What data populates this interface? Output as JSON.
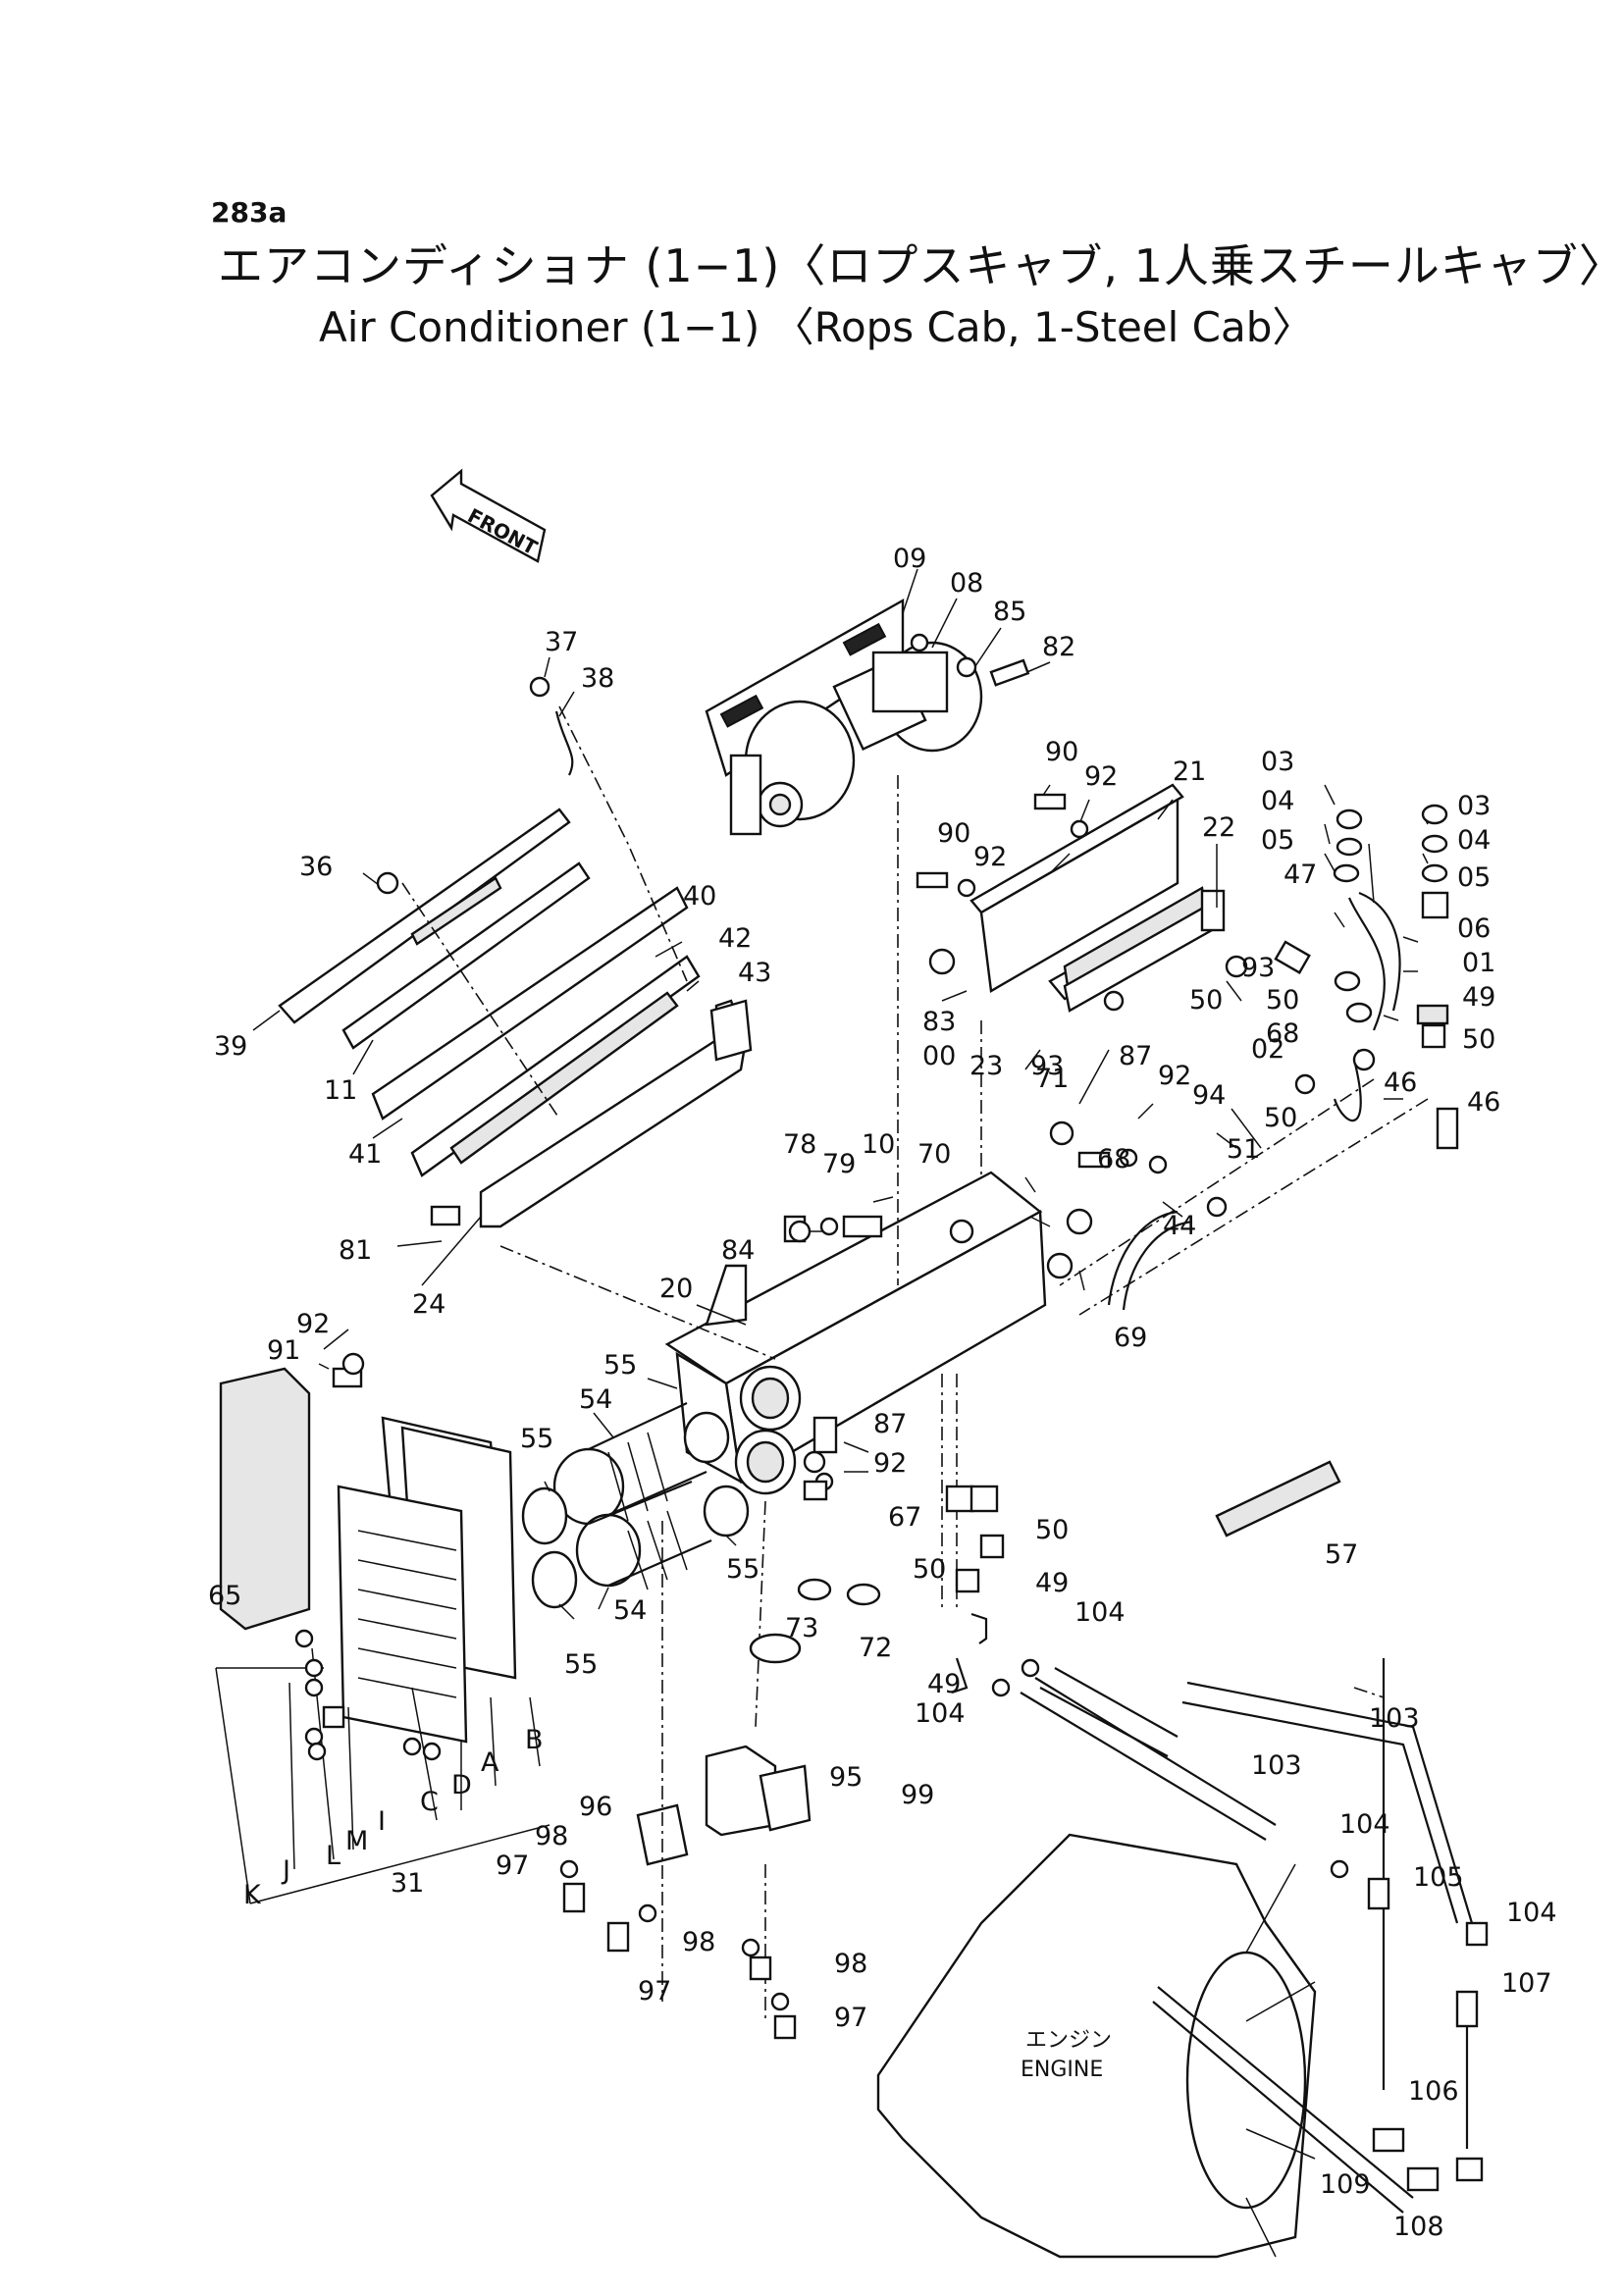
{
  "header": {
    "page_code": "283a",
    "title_jp": "エアコンディショナ (1−1)〈ロプスキャブ, 1人乗スチールキャブ〉",
    "title_en": "Air Conditioner (1−1) 〈Rops Cab, 1-Steel Cab〉"
  },
  "front_arrow": {
    "label": "FRONT"
  },
  "engine": {
    "label_jp": "エンジン",
    "label_en": "ENGINE"
  },
  "callouts": {
    "c09": "09",
    "c08": "08",
    "c85": "85",
    "c82": "82",
    "c37": "37",
    "c38": "38",
    "c36": "36",
    "c39": "39",
    "c11": "11",
    "c40": "40",
    "c42": "42",
    "c43": "43",
    "c41": "41",
    "c90a": "90",
    "c92a": "92",
    "c21": "21",
    "c90b": "90",
    "c92b": "92",
    "c03a": "03",
    "c04a": "04",
    "c05a": "05",
    "c22": "22",
    "c47": "47",
    "c03b": "03",
    "c04b": "04",
    "c05b": "05",
    "c06": "06",
    "c01": "01",
    "c49a": "49",
    "c50a": "50",
    "c50b": "50",
    "c50c": "50",
    "c68a": "68",
    "c93a": "93",
    "c93b": "93",
    "c83": "83",
    "c00": "00",
    "c23": "23",
    "c87a": "87",
    "c92c": "92",
    "c94": "94",
    "c02": "02",
    "c46a": "46",
    "c46b": "46",
    "c50d": "50",
    "c51": "51",
    "c71": "71",
    "c68b": "68",
    "c44": "44",
    "c78": "78",
    "c79": "79",
    "c10": "10",
    "c70": "70",
    "c84": "84",
    "c81": "81",
    "c24": "24",
    "c20": "20",
    "c69": "69",
    "c92d": "92",
    "c91": "91",
    "c55a": "55",
    "c54a": "54",
    "c55b": "55",
    "c87b": "87",
    "c92e": "92",
    "c57": "57",
    "c67": "67",
    "c50e": "50",
    "c50f": "50",
    "c54b": "54",
    "c55c": "55",
    "c55d": "55",
    "c73": "73",
    "c72": "72",
    "c49b": "49",
    "c104a": "104",
    "c49c": "49",
    "c104b": "104",
    "c65": "65",
    "c31": "31",
    "cA": "A",
    "cB": "B",
    "cC": "C",
    "cD": "D",
    "cI": "I",
    "cM": "M",
    "cL": "L",
    "cJ": "J",
    "cK": "K",
    "c103a": "103",
    "c103b": "103",
    "c96": "96",
    "c95": "95",
    "c99": "99",
    "c98a": "98",
    "c97a": "97",
    "c98b": "98",
    "c97b": "97",
    "c98c": "98",
    "c97c": "97",
    "c104c": "104",
    "c105": "105",
    "c104d": "104",
    "c107": "107",
    "c106": "106",
    "c109": "109",
    "c108": "108"
  }
}
